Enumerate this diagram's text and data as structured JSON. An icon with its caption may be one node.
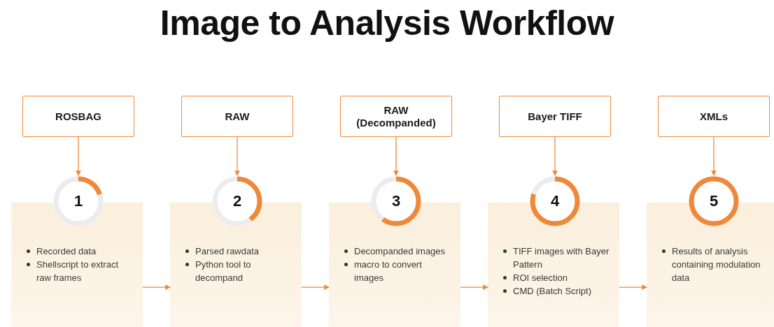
{
  "diagram": {
    "title": "Image to Analysis Workflow",
    "nodes": [
      {
        "text": [
          "ROSBAG"
        ]
      },
      {
        "text": [
          "1"
        ]
      },
      {
        "text": [
          "Recorded data",
          "Shellscript to extract raw frames"
        ]
      },
      {
        "text": [
          "RAW"
        ]
      },
      {
        "text": [
          "2"
        ]
      },
      {
        "text": [
          "Parsed rawdata",
          "Python tool to decompand"
        ]
      },
      {
        "text": [
          "RAW (Decompanded)"
        ]
      },
      {
        "text": [
          "3"
        ]
      },
      {
        "text": [
          "Decompanded images",
          "macro to convert images"
        ]
      },
      {
        "text": [
          "Bayer TIFF"
        ]
      },
      {
        "text": [
          "4"
        ]
      },
      {
        "text": [
          "TIFF images with Bayer Pattern",
          "ROI selection",
          "CMD (Batch Script)"
        ]
      },
      {
        "text": [
          "XMLs"
        ]
      },
      {
        "text": [
          "5"
        ]
      },
      {
        "text": [
          "Results of analysis containing modulation data"
        ]
      }
    ],
    "edges": [
      {
        "from": 0,
        "to": 1,
        "arrow": "to"
      },
      {
        "from": 3,
        "to": 4,
        "arrow": "to"
      },
      {
        "from": 6,
        "to": 7,
        "arrow": "to"
      },
      {
        "from": 9,
        "to": 10,
        "arrow": "to"
      },
      {
        "from": 12,
        "to": 13,
        "arrow": "to"
      },
      {
        "from": 2,
        "to": 5,
        "arrow": "to"
      },
      {
        "from": 5,
        "to": 8,
        "arrow": "to"
      },
      {
        "from": 8,
        "to": 11,
        "arrow": "to"
      },
      {
        "from": 11,
        "to": 14,
        "arrow": "to"
      }
    ]
  }
}
